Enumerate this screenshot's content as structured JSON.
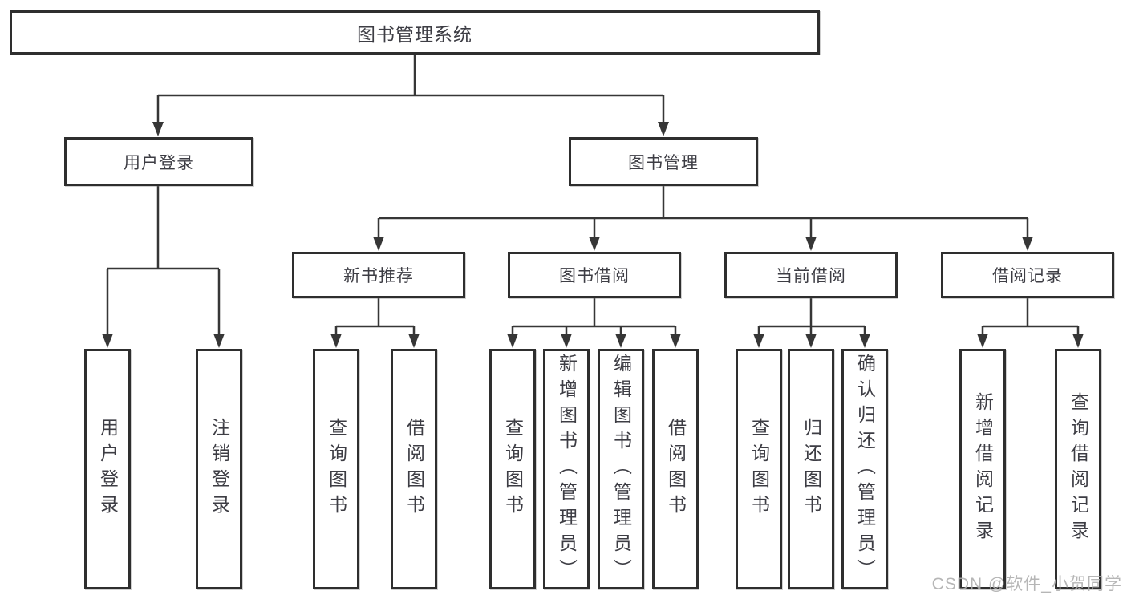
{
  "nodes": {
    "root": "图书管理系统",
    "user_login": "用户登录",
    "book_mgmt": "图书管理",
    "new_book": "新书推荐",
    "book_borrow": "图书借阅",
    "current_borrow": "当前借阅",
    "borrow_record": "借阅记录",
    "leaf_user_login": "用户登录",
    "leaf_logout": "注销登录",
    "leaf_nb_query": "查询图书",
    "leaf_nb_borrow": "借阅图书",
    "leaf_bb_query": "查询图书",
    "leaf_bb_add": "新增图书（管理员）",
    "leaf_bb_edit": "编辑图书（管理员）",
    "leaf_bb_borrow": "借阅图书",
    "leaf_cb_query": "查询图书",
    "leaf_cb_return": "归还图书",
    "leaf_cb_confirm": "确认归还（管理员）",
    "leaf_br_add": "新增借阅记录",
    "leaf_br_query": "查询借阅记录"
  },
  "watermark": "CSDN @软件_小贺同学",
  "colors": {
    "line": "#363636",
    "border": "#2e2e2e",
    "text": "#3d3d44",
    "watermark": "#acacac"
  }
}
